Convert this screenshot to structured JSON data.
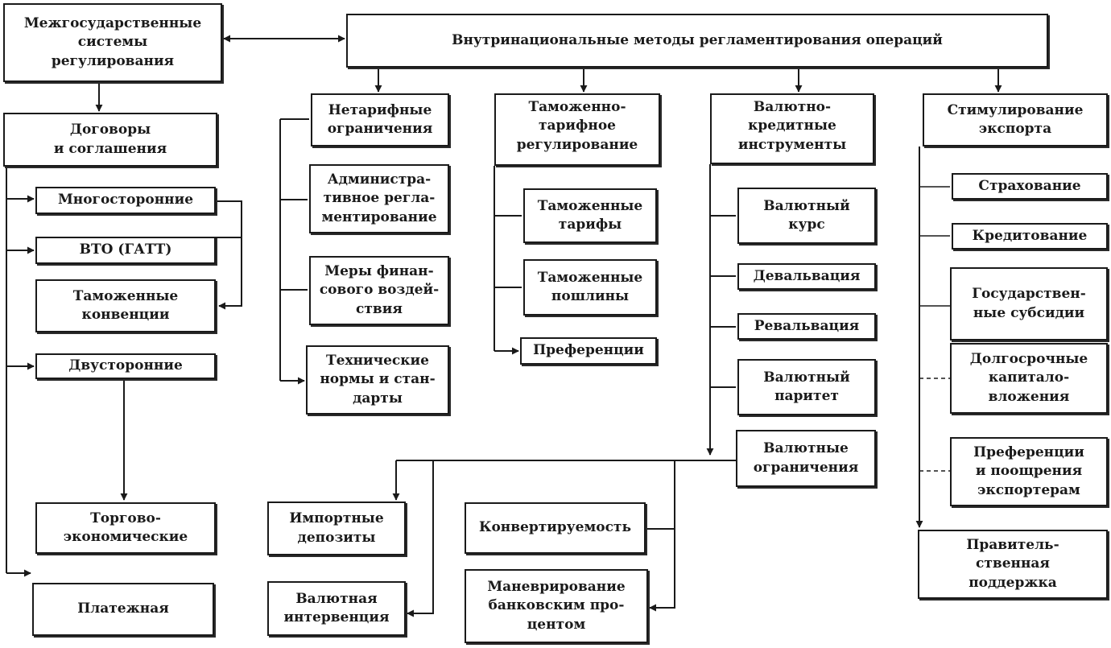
{
  "nodes": {
    "intergov": "Межгосударственные\nсистемы\nрегулирования",
    "national_methods": "Внутринациональные методы регламентирования операций",
    "treaties": "Договоры\nи соглашения",
    "multilateral": "Многосторонние",
    "wto": "ВТО (ГАТТ)",
    "customs_conventions": "Таможенные\nконвенции",
    "bilateral": "Двусторонние",
    "trade_economic": "Торгово-\nэкономические",
    "payment": "Платежная",
    "non_tariff": "Нетарифные\nограничения",
    "administrative": "Администра-\nтивное регла-\nментирование",
    "financial_measures": "Меры финан-\nсового воздей-\nствия",
    "technical_norms": "Технические\nнормы и стан-\nдарты",
    "customs_tariff_reg": "Таможенно-\nтарифное\nрегулирование",
    "customs_tariffs": "Таможенные\nтарифы",
    "customs_duties": "Таможенные\nпошлины",
    "preferences": "Преференции",
    "currency_credit": "Валютно-\nкредитные\nинструменты",
    "exchange_rate": "Валютный\nкурс",
    "devaluation": "Девальвация",
    "revaluation": "Ревальвация",
    "currency_parity": "Валютный\nпаритет",
    "currency_restrictions": "Валютные\nограничения",
    "import_deposits": "Импортные\nдепозиты",
    "currency_intervention": "Валютная\nинтервенция",
    "convertibility": "Конвертируемость",
    "bank_rate": "Маневрирование\nбанковским про-\nцентом",
    "export_stimulation": "Стимулирование\nэкспорта",
    "insurance": "Страхование",
    "crediting": "Кредитование",
    "state_subsidies": "Государствен-\nные субсидии",
    "long_term_investment": "Долгосрочные\nкапитало-\nвложения",
    "exporter_preferences": "Преференции\nи поощрения\nэкспортерам",
    "government_support": "Правитель-\nственная\nподдержка"
  }
}
